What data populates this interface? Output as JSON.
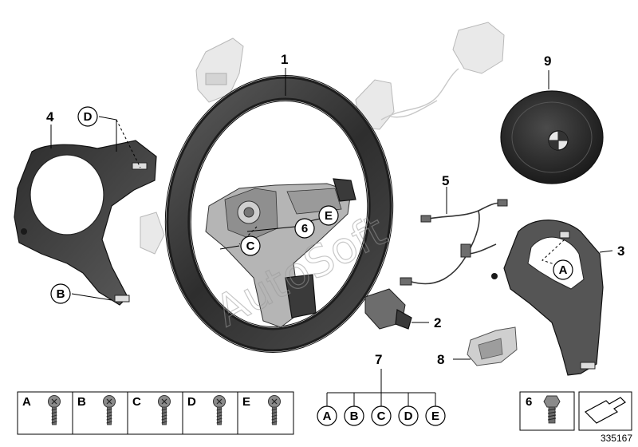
{
  "callouts": {
    "c1": "1",
    "c2": "2",
    "c3": "3",
    "c4": "4",
    "c5": "5",
    "c6": "6",
    "c7": "7",
    "c8": "8",
    "c9": "9"
  },
  "circled": {
    "d_top": "D",
    "b_left": "B",
    "c_center": "C",
    "six_center": "6",
    "e_center": "E",
    "a_right": "A"
  },
  "screw_table": {
    "labels": [
      "A",
      "B",
      "C",
      "D",
      "E"
    ],
    "six_label": "6"
  },
  "group7": {
    "letters": [
      "A",
      "B",
      "C",
      "D",
      "E"
    ]
  },
  "watermark": "AutoSoft",
  "ref_number": "335167"
}
